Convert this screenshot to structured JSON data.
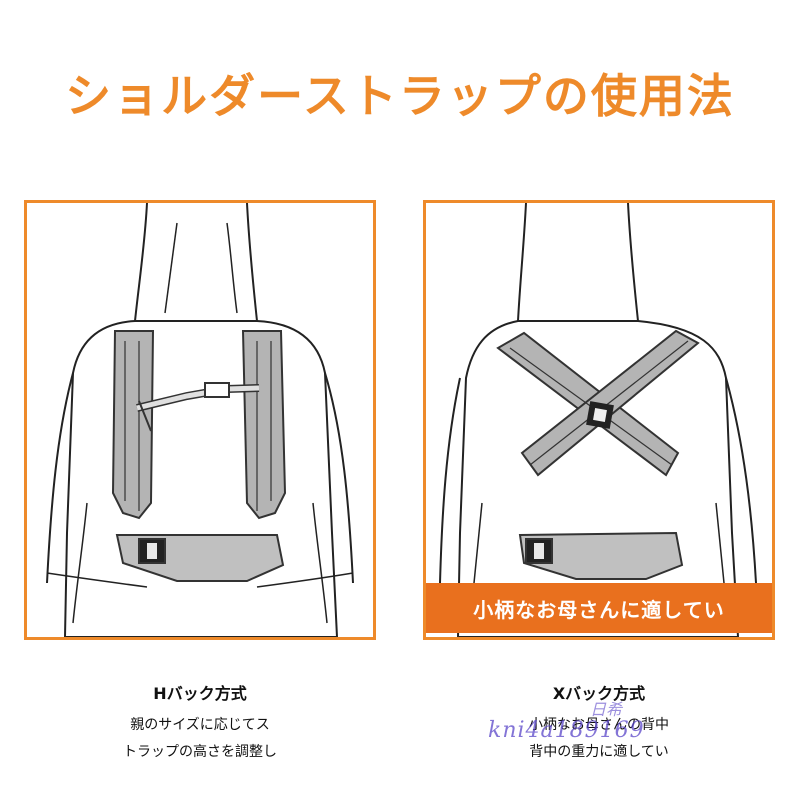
{
  "header": {
    "title": "ショルダーストラップの使用法"
  },
  "panels": {
    "h": {
      "caption_title": "Hバック方式",
      "caption_lines": [
        "親のサイズに応じてス",
        "トラップの高さを調整し"
      ]
    },
    "x": {
      "banner": "小柄なお母さんに適してい",
      "caption_title": "Xバック方式",
      "caption_lines": [
        "小柄なお母さんの背中",
        "背中の重力に適してい"
      ]
    }
  },
  "watermark": {
    "text": "kni4a189169",
    "top_text": "日希"
  },
  "colors": {
    "accent": "#ee8a2a",
    "banner": "#e9701e",
    "strap": "#b4b4b4"
  }
}
